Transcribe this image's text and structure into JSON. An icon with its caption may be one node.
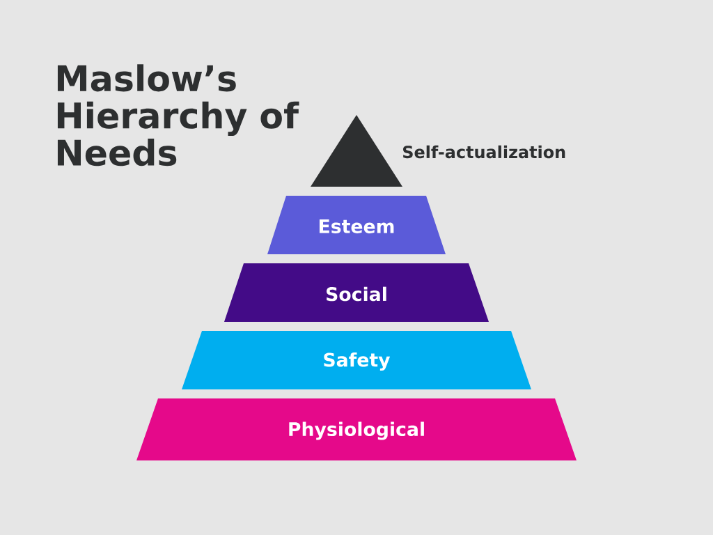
{
  "diagram": {
    "title": "Maslow’s Hierarchy of Needs",
    "nodes": [
      {
        "text": [],
        "shape": "triangle",
        "beside": [
          "Self-actualization"
        ]
      },
      {
        "text": [
          "Esteem"
        ]
      },
      {
        "text": [
          "Social"
        ]
      },
      {
        "text": [
          "Safety"
        ]
      },
      {
        "text": [
          "Physiological"
        ]
      }
    ]
  }
}
